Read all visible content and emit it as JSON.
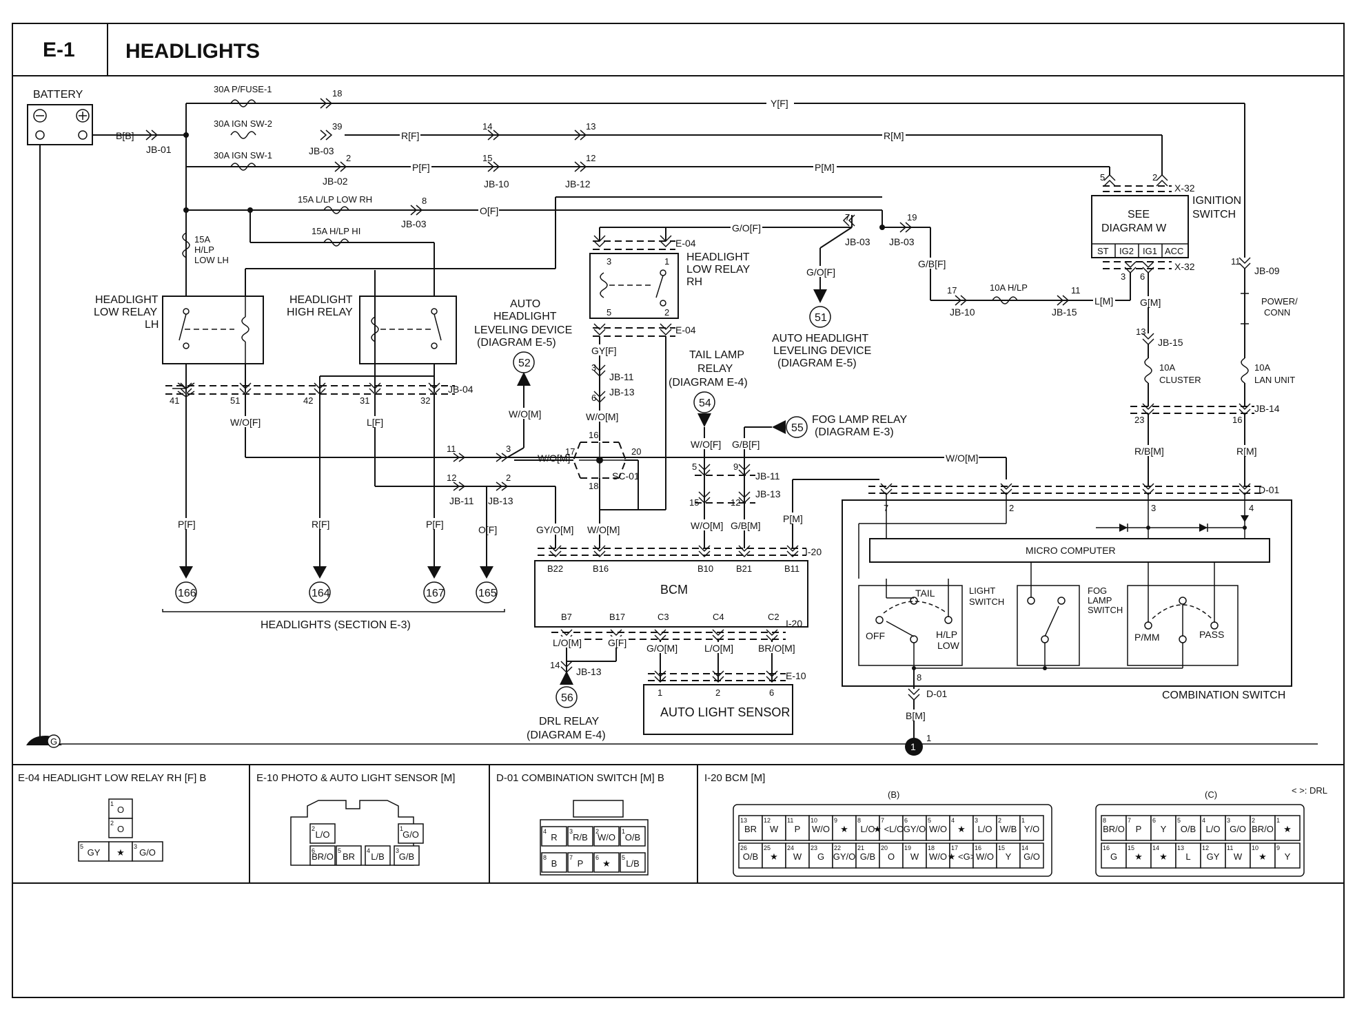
{
  "header": {
    "code": "E-1",
    "title": "HEADLIGHTS"
  },
  "power": {
    "battery": "BATTERY",
    "fuse_pfuse": "30A P/FUSE-1",
    "fuse_ign2": "30A IGN SW-2",
    "fuse_ign1": "30A IGN SW-1",
    "fuse_lp_low_rh": "15A L/LP LOW RH",
    "fuse_hlp_hi": "15A H/LP HI",
    "fuse_hlp_low_lh_a": "15A",
    "fuse_hlp_low_lh_b": "H/LP",
    "fuse_hlp_low_lh_c": "LOW LH",
    "fuse_hlp_10a": "10A H/LP",
    "fuse_cluster_a": "10A",
    "fuse_cluster_b": "CLUSTER",
    "fuse_lan_a": "10A",
    "fuse_lan_b": "LAN UNIT",
    "power_conn_a": "POWER/",
    "power_conn_b": "CONN"
  },
  "wires": {
    "bb": "B[B]",
    "yf": "Y[F]",
    "rf": "R[F]",
    "rm": "R[M]",
    "pf": "P[F]",
    "pm": "P[M]",
    "of": "O[F]",
    "gof": "G/O[F]",
    "gof2": "G/O[F]",
    "gbf": "G/B[F]",
    "lm": "L[M]",
    "gm": "G[M]",
    "rbm": "R/B[M]",
    "rm2": "R[M]",
    "gyf": "GY[F]",
    "wom": "W/O[M]",
    "wom2": "W/O[M]",
    "wom3": "W/O[M]",
    "wom4": "W/O[M]",
    "wof": "W/O[F]",
    "wof2": "W/O[F]",
    "lf": "L[F]",
    "pf1": "P[F]",
    "rf2": "R[F]",
    "pf2": "P[F]",
    "of2": "O[F]",
    "gyom": "GY/O[M]",
    "wom5": "W/O[M]",
    "gbf2": "G/B[F]",
    "gbm": "G/B[M]",
    "pm2": "P[M]",
    "wom6": "W/O[M]",
    "lom": "L/O[M]",
    "gf": "G[F]",
    "gom": "G/O[M]",
    "lom2": "L/O[M]",
    "brom": "BR/O[M]",
    "bm": "B[M]"
  },
  "connectors": {
    "jb01": "JB-01",
    "jb03a": "JB-03",
    "jb02": "JB-02",
    "jb10a": "JB-10",
    "jb12": "JB-12",
    "jb03b": "JB-03",
    "jb03c": "JB-03",
    "jb03d": "JB-03",
    "jb10b": "JB-10",
    "jb15a": "JB-15",
    "jb15b": "JB-15",
    "jb09": "JB-09",
    "jb14": "JB-14",
    "jb04": "JB-04",
    "jb11a": "JB-11",
    "jb13a": "JB-13",
    "jb11b": "JB-11",
    "jb13b": "JB-13",
    "jb11c": "JB-11",
    "jb13c": "JB-13",
    "jb13d": "JB-13",
    "sc01": "SC-01",
    "e04a": "E-04",
    "e04b": "E-04",
    "x32a": "X-32",
    "x32b": "X-32",
    "d01a": "D-01",
    "d01b": "D-01",
    "i20a": "I-20",
    "i20b": "I-20",
    "e10": "E-10"
  },
  "pins": {
    "p18": "18",
    "p39": "39",
    "p2a": "2",
    "p14": "14",
    "p13": "13",
    "p15": "15",
    "p12": "12",
    "p8": "8",
    "p7": "7",
    "p19": "19",
    "p5": "5",
    "p2b": "2",
    "p3": "3",
    "p6": "6",
    "p17": "17",
    "p11": "11",
    "p13b": "13",
    "p11b": "11",
    "p23": "23",
    "p16": "16",
    "p41": "41",
    "p51": "51",
    "p42": "42",
    "p31": "31",
    "p32": "32",
    "p11c": "11",
    "p3c": "3",
    "p12c": "12",
    "p2c": "2",
    "p3d": "3",
    "p6d": "6",
    "p16d": "16",
    "p17d": "17",
    "p20d": "20",
    "p18d": "18",
    "p5e": "5",
    "p9e": "9",
    "p15e": "15",
    "p12e": "12",
    "p14f": "14",
    "r3": "3",
    "r1": "1",
    "r5": "5",
    "r2": "2",
    "cs7": "7",
    "cs2": "2",
    "cs3": "3",
    "cs4": "4",
    "cs8": "8",
    "e10_1": "1",
    "e10_2": "2",
    "e10_6": "6",
    "g1": "1"
  },
  "components": {
    "relay_low_lh_a": "HEADLIGHT",
    "relay_low_lh_b": "LOW RELAY",
    "relay_low_lh_c": "LH",
    "relay_high_a": "HEADLIGHT",
    "relay_high_b": "HIGH RELAY",
    "relay_low_rh_a": "HEADLIGHT",
    "relay_low_rh_b": "LOW RELAY",
    "relay_low_rh_c": "RH",
    "auto_lev_a": "AUTO",
    "auto_lev_b": "HEADLIGHT",
    "auto_lev_c": "LEVELING DEVICE",
    "auto_lev_d": "(DIAGRAM E-5)",
    "auto_lev2_a": "AUTO HEADLIGHT",
    "auto_lev2_b": "LEVELING DEVICE",
    "auto_lev2_c": "(DIAGRAM E-5)",
    "tail_a": "TAIL LAMP",
    "tail_b": "RELAY",
    "tail_c": "(DIAGRAM E-4)",
    "fog_a": "FOG LAMP RELAY",
    "fog_b": "(DIAGRAM E-3)",
    "drl_a": "DRL RELAY",
    "drl_b": "(DIAGRAM E-4)",
    "ign_a": "IGNITION",
    "ign_b": "SWITCH",
    "see_a": "SEE",
    "see_b": "DIAGRAM W",
    "ign_st": "ST",
    "ign_ig2": "IG2",
    "ign_ig1": "IG1",
    "ign_acc": "ACC",
    "bcm": "BCM",
    "bcm_b22": "B22",
    "bcm_b16": "B16",
    "bcm_b10": "B10",
    "bcm_b21": "B21",
    "bcm_b11": "B11",
    "bcm_b7": "B7",
    "bcm_b17": "B17",
    "bcm_c3": "C3",
    "bcm_c4": "C4",
    "bcm_c2": "C2",
    "als": "AUTO LIGHT SENSOR",
    "micro": "MICRO COMPUTER",
    "light_sw_a": "LIGHT",
    "light_sw_b": "SWITCH",
    "fog_sw_a": "FOG",
    "fog_sw_b": "LAMP",
    "fog_sw_c": "SWITCH",
    "tail": "TAIL",
    "off": "OFF",
    "hlp_a": "H/LP",
    "hlp_b": "LOW",
    "pmm": "P/MM",
    "pass": "PASS",
    "combo": "COMBINATION SWITCH",
    "ref52": "52",
    "ref51": "51",
    "ref54": "54",
    "ref55": "55",
    "ref56": "56",
    "ref166": "166",
    "ref164": "164",
    "ref167": "167",
    "ref165": "165",
    "section": "HEADLIGHTS (SECTION E-3)",
    "ground": "G",
    "ground_pt": "1"
  },
  "bottom": {
    "e04_title": "E-04 HEADLIGHT LOW RELAY RH [F] B",
    "e04_cells": [
      {
        "n": "1",
        "v": "O"
      },
      {
        "n": "2",
        "v": "O"
      },
      {
        "n": "5",
        "v": "GY"
      },
      {
        "n": "",
        "v": "★"
      },
      {
        "n": "3",
        "v": "G/O"
      }
    ],
    "e10_title": "E-10 PHOTO & AUTO LIGHT SENSOR [M]",
    "e10_cells": [
      {
        "n": "2",
        "v": "L/O"
      },
      {
        "n": "1",
        "v": "G/O"
      },
      {
        "n": "6",
        "v": "BR/O"
      },
      {
        "n": "5",
        "v": "BR"
      },
      {
        "n": "4",
        "v": "L/B"
      },
      {
        "n": "3",
        "v": "G/B"
      }
    ],
    "d01_title": "D-01 COMBINATION SWITCH [M] B",
    "d01_row1": [
      {
        "n": "4",
        "v": "R"
      },
      {
        "n": "3",
        "v": "R/B"
      },
      {
        "n": "2",
        "v": "W/O"
      },
      {
        "n": "1",
        "v": "O/B"
      }
    ],
    "d01_row2": [
      {
        "n": "8",
        "v": "B"
      },
      {
        "n": "7",
        "v": "P"
      },
      {
        "n": "6",
        "v": "★"
      },
      {
        "n": "5",
        "v": "L/B"
      }
    ],
    "i20_title": "I-20 BCM [M]",
    "i20_b_label": "(B)",
    "i20_c_label": "(C)",
    "drl_note": "< >: DRL",
    "i20_b_row1": [
      {
        "n": "13",
        "v": "BR"
      },
      {
        "n": "12",
        "v": "W"
      },
      {
        "n": "11",
        "v": "P"
      },
      {
        "n": "10",
        "v": "W/O"
      },
      {
        "n": "9",
        "v": "★"
      },
      {
        "n": "8",
        "v": "L/O"
      },
      {
        "n": "7",
        "v": "★ <L/O>"
      },
      {
        "n": "6",
        "v": "GY/O"
      },
      {
        "n": "5",
        "v": "W/O"
      },
      {
        "n": "4",
        "v": "★"
      },
      {
        "n": "3",
        "v": "L/O"
      },
      {
        "n": "2",
        "v": "W/B"
      },
      {
        "n": "1",
        "v": "Y/O"
      }
    ],
    "i20_b_row2": [
      {
        "n": "26",
        "v": "O/B"
      },
      {
        "n": "25",
        "v": "★"
      },
      {
        "n": "24",
        "v": "W"
      },
      {
        "n": "23",
        "v": "G"
      },
      {
        "n": "22",
        "v": "GY/O"
      },
      {
        "n": "21",
        "v": "G/B"
      },
      {
        "n": "20",
        "v": "O"
      },
      {
        "n": "19",
        "v": "W"
      },
      {
        "n": "18",
        "v": "W/O"
      },
      {
        "n": "17",
        "v": "★ <G>"
      },
      {
        "n": "16",
        "v": "W/O"
      },
      {
        "n": "15",
        "v": "Y"
      },
      {
        "n": "14",
        "v": "G/O"
      }
    ],
    "i20_c_row1": [
      {
        "n": "8",
        "v": "BR/O"
      },
      {
        "n": "7",
        "v": "P"
      },
      {
        "n": "6",
        "v": "Y"
      },
      {
        "n": "5",
        "v": "O/B"
      },
      {
        "n": "4",
        "v": "L/O"
      },
      {
        "n": "3",
        "v": "G/O"
      },
      {
        "n": "2",
        "v": "BR/O"
      },
      {
        "n": "1",
        "v": "★"
      }
    ],
    "i20_c_row2": [
      {
        "n": "16",
        "v": "G"
      },
      {
        "n": "15",
        "v": "★"
      },
      {
        "n": "14",
        "v": "★"
      },
      {
        "n": "13",
        "v": "L"
      },
      {
        "n": "12",
        "v": "GY"
      },
      {
        "n": "11",
        "v": "W"
      },
      {
        "n": "10",
        "v": "★"
      },
      {
        "n": "9",
        "v": "Y"
      }
    ]
  }
}
